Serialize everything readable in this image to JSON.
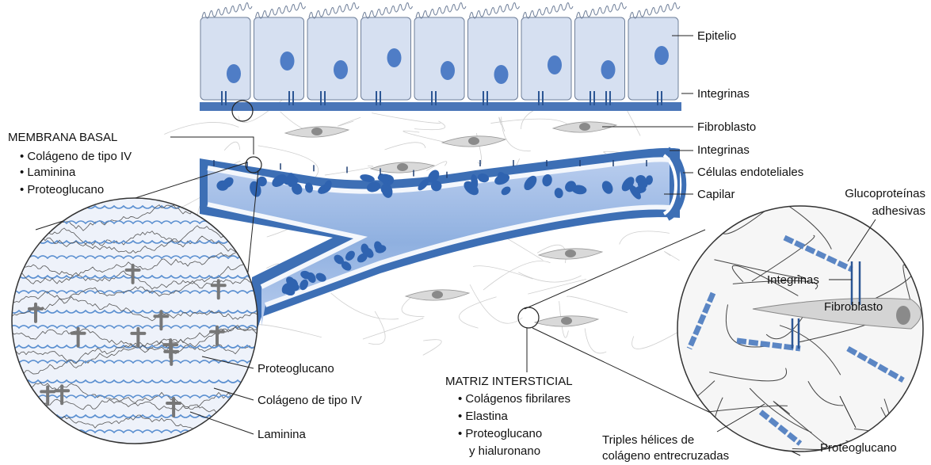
{
  "labels": {
    "epitelio": "Epitelio",
    "integrinas_top": "Integrinas",
    "fibroblasto_main": "Fibroblasto",
    "integrinas_cap": "Integrinas",
    "celulas_endoteliales": "Células endoteliales",
    "capilar": "Capilar",
    "gluco_line1": "Glucoproteínas",
    "gluco_line2": "adhesivas",
    "integrinas_inset": "Integrinas",
    "fibroblasto_inset": "Fibroblasto",
    "proteoglucano_inset": "Proteoglucano",
    "triples_line1": "Triples hélices de",
    "triples_line2": "colágeno entrecruzadas",
    "proteoglucano_left": "Proteoglucano",
    "colageno_left": "Colágeno de tipo IV",
    "laminina_left": "Laminina"
  },
  "membrana_basal": {
    "title": "MEMBRANA BASAL",
    "items": [
      "• Colágeno de tipo IV",
      "• Laminina",
      "• Proteoglucano"
    ]
  },
  "matriz_intersticial": {
    "title": "MATRIZ INTERSTICIAL",
    "items": [
      "• Colágenos fibrilares",
      "• Elastina",
      "• Proteoglucano",
      "y hialuronano"
    ]
  },
  "colors": {
    "epithelium": "#d6e0f1",
    "nucleus": "#4f7dc6",
    "basement": "#4a76b8",
    "vessel_wall": "#3d6fb5",
    "lumen": "#9bb7e0",
    "rbc": "#2f63b0",
    "fibroblast": "#d9d9d9",
    "fiber": "#c7c7c7"
  }
}
